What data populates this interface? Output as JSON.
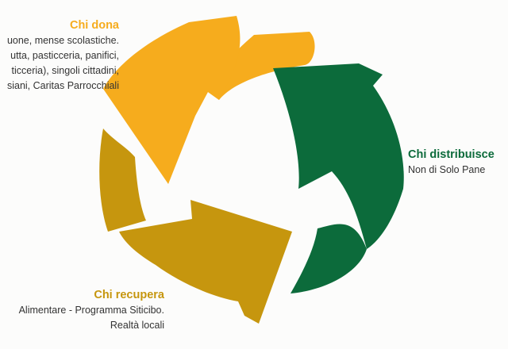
{
  "colors": {
    "donor": "#f6ac1d",
    "distributor": "#0c6b3b",
    "recoverer": "#c6960e",
    "text": "#333333",
    "background": "#fcfcfb"
  },
  "donor": {
    "title": "Chi dona",
    "lines": [
      "uone, mense scolastiche.",
      "utta, pasticceria, panifici,",
      "ticceria), singoli cittadini,",
      "siani, Caritas Parrocchiali"
    ]
  },
  "distributor": {
    "title": "Chi distribuisce",
    "lines": [
      "Non di Solo Pane"
    ]
  },
  "recoverer": {
    "title": "Chi recupera",
    "lines": [
      "Alimentare - Programma Siticibo.",
      "Realtà locali"
    ]
  }
}
